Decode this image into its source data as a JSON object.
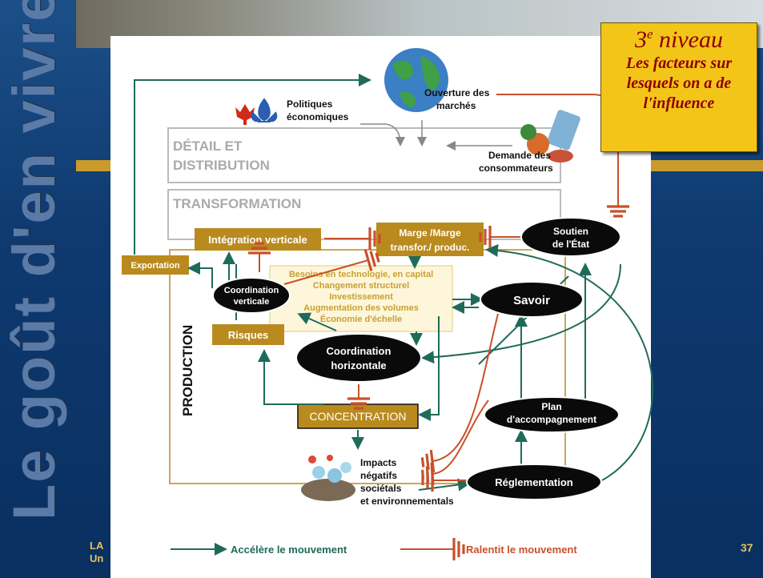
{
  "slide_title": "Le goût d'en vivre",
  "page_number": "37",
  "footer_left": [
    "LA",
    "Un"
  ],
  "callout": {
    "level_num": "3",
    "level_sup": "e",
    "level_word": " niveau",
    "lines": [
      "Les facteurs sur",
      "lesquels on a de",
      "l'influence"
    ]
  },
  "diagram": {
    "politiques": [
      "Politiques",
      "économiques"
    ],
    "ouverture": [
      "Ouverture des",
      "marchés"
    ],
    "demande": [
      "Demande des",
      "consommateurs"
    ],
    "detail": [
      "DÉTAIL ET",
      "DISTRIBUTION"
    ],
    "transformation": "TRANSFORMATION",
    "integration": "Intégration verticale",
    "marge": [
      "Marge  /Marge",
      "transfor./ produc."
    ],
    "soutien": [
      "Soutien",
      "de l'État"
    ],
    "exportation": "Exportation",
    "besoins": [
      "Besoins en technologie, en capital",
      "Changement structurel",
      "Investissement",
      "Augmentation des volumes",
      "Économie d'échelle"
    ],
    "coord_verticale": [
      "Coordination",
      "verticale"
    ],
    "savoir": "Savoir",
    "risques": "Risques",
    "coord_horizontale": [
      "Coordination",
      "horizontale"
    ],
    "production": "PRODUCTION",
    "concentration": "CONCENTRATION",
    "plan": [
      "Plan",
      "d'accompagnement"
    ],
    "impacts": [
      "Impacts",
      "négatifs",
      "sociétals",
      "et environnementals"
    ],
    "reglementation": "Réglementation"
  },
  "legend": {
    "accelere": "Accélère le mouvement",
    "ralentit": "Ralentit le mouvement"
  },
  "colors": {
    "green": "#1f6b5a",
    "red": "#c8502a",
    "gold": "#b98a1e",
    "black_node": "#0a0a0a"
  }
}
